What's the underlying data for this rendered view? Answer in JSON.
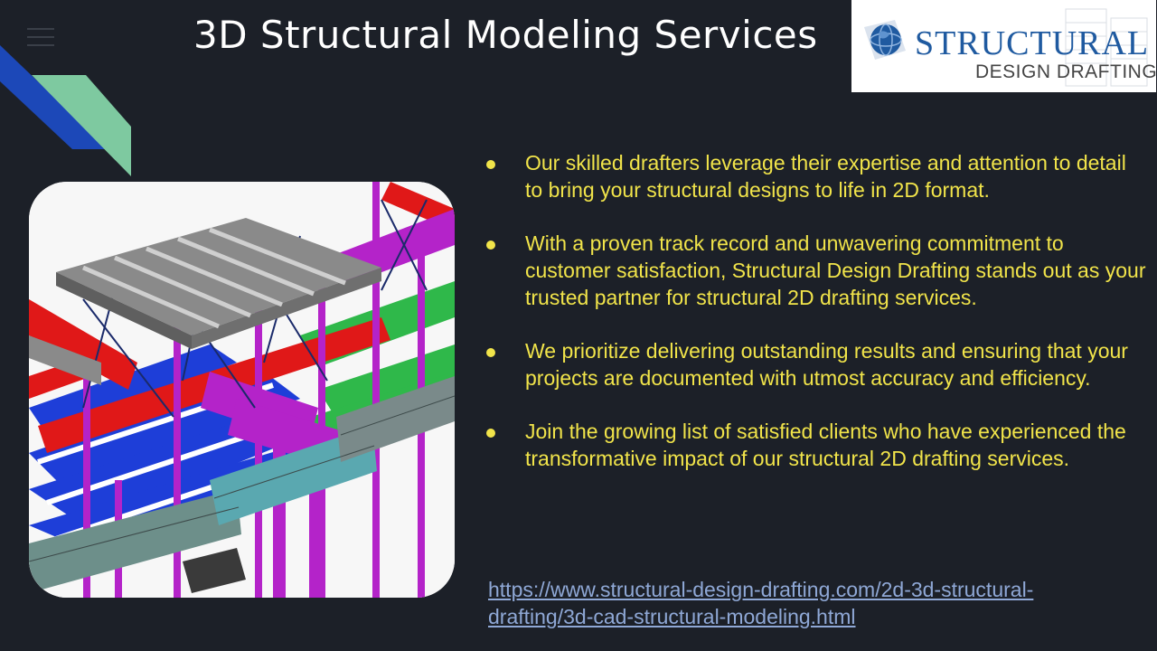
{
  "slide": {
    "title": "3D Structural Modeling Services",
    "logo": {
      "line1": "STRUCTURAL",
      "line2": "DESIGN DRAFTING"
    },
    "bullets": [
      "Our skilled drafters leverage their expertise and attention to detail to bring your structural designs to life in 2D format.",
      "With a proven track record and unwavering commitment to customer satisfaction, Structural Design Drafting stands out as your trusted partner for structural 2D drafting services.",
      "We prioritize delivering outstanding results and ensuring that your projects are documented with utmost accuracy and efficiency.",
      "Join the growing list of satisfied clients who have experienced the transformative impact of our structural 2D drafting services."
    ],
    "link": "https://www.structural-design-drafting.com/2d-3d-structural-drafting/3d-cad-structural-modeling.html"
  },
  "icons": {
    "menu": "hamburger-menu-icon",
    "bullet": "bullet-dot-icon",
    "logo_mark": "globe-icon"
  },
  "colors": {
    "background": "#1c2028",
    "bullet_text": "#f1e44a",
    "link": "#8fa8d6",
    "logo_blue": "#1f5aa0",
    "accent_blue": "#1c48b8",
    "accent_green": "#7ec9a0"
  }
}
